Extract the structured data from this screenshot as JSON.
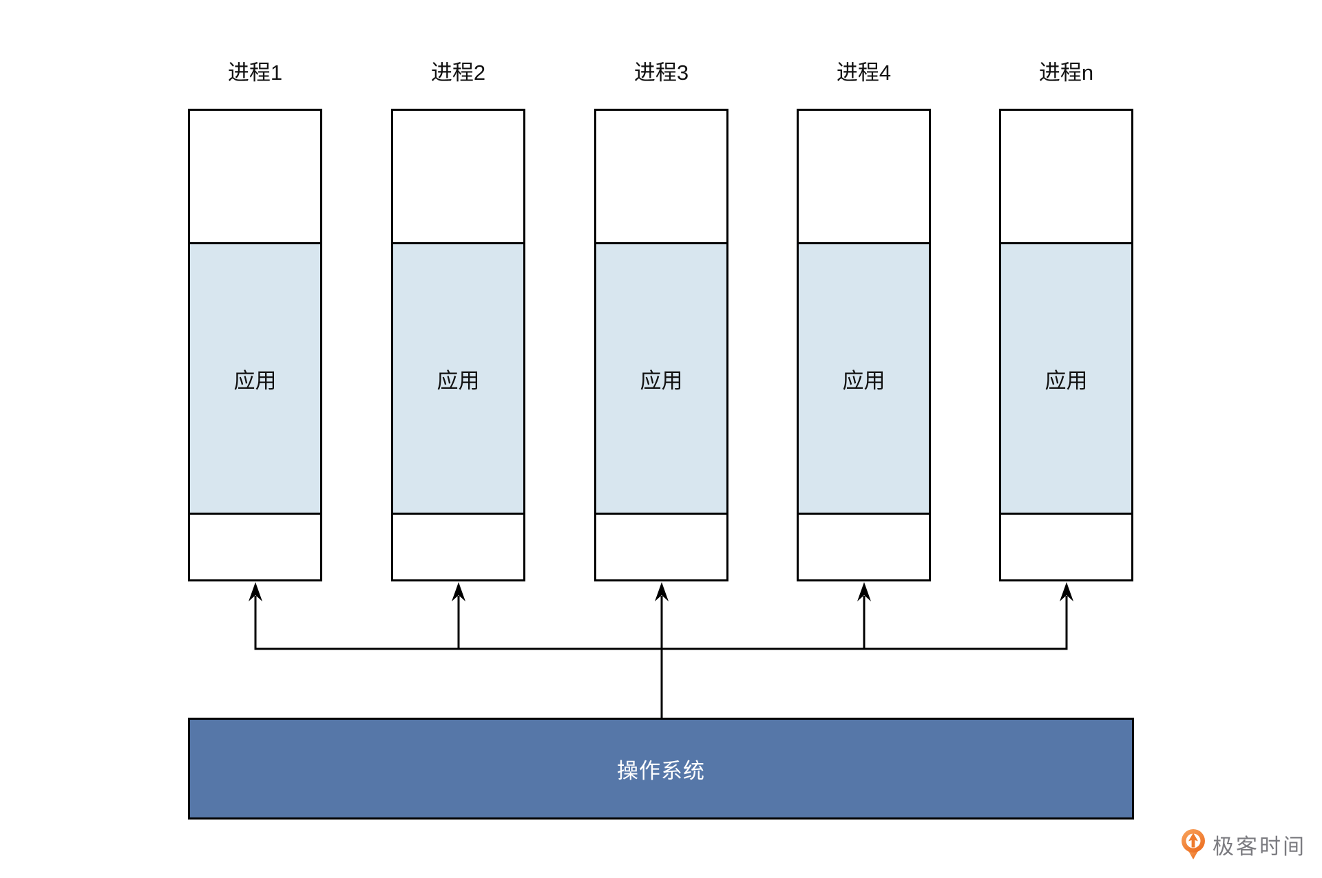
{
  "diagram": {
    "title_hint": "processes-on-operating-system",
    "columns": [
      {
        "title": "进程1",
        "app_label": "应用"
      },
      {
        "title": "进程2",
        "app_label": "应用"
      },
      {
        "title": "进程3",
        "app_label": "应用"
      },
      {
        "title": "进程4",
        "app_label": "应用"
      },
      {
        "title": "进程n",
        "app_label": "应用"
      }
    ],
    "os_bar": {
      "label": "操作系统"
    },
    "colors": {
      "app_section_fill": "#d8e6ef",
      "os_bar_fill": "#5677a8",
      "line": "#000000",
      "label_text": "#121212",
      "os_text": "#ffffff"
    }
  },
  "footer": {
    "brand": "极客时间",
    "brand_icon": "geektime-pin-icon",
    "brand_text_color": "#7b7b80",
    "brand_orange": "#ee7b2e"
  }
}
